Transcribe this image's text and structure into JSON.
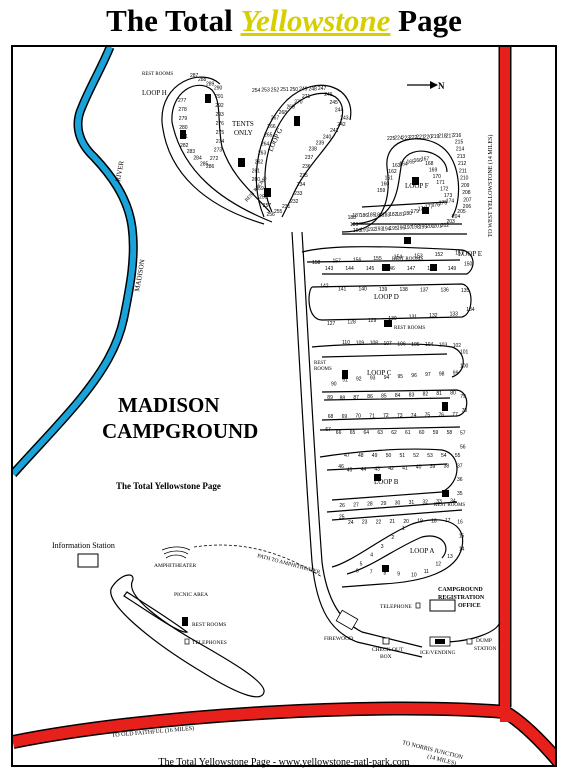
{
  "header": {
    "title_prefix": "The Total ",
    "title_highlight": "Yellowstone",
    "title_suffix": " Page"
  },
  "map": {
    "colors": {
      "river": "#1aa3d9",
      "road": "#e8201c",
      "ink": "#000000",
      "highlight": "#d6cf00"
    },
    "campground_line1": "MADISON",
    "campground_line2": "CAMPGROUND",
    "watermark": "The Total Yellowstone Page",
    "north_label": "N",
    "river_label_1": "RIVER",
    "river_label_2": "MADISON",
    "loops": {
      "h": "LOOP H",
      "g": "LOOP G",
      "f": "LOOP F",
      "e": "LOOP E",
      "d": "LOOP D",
      "c": "LOOP C",
      "b": "LOOP B",
      "a": "LOOP A"
    },
    "tents_only_1": "TENTS",
    "tents_only_2": "ONLY",
    "restrooms": "REST ROOMS",
    "restrooms_short": "REST",
    "restrooms_short2": "ROOMS",
    "info_station": "Information Station",
    "amphitheater": "AMPHITHEATER",
    "path_to_amph": "PATH TO AMPHITHEATER",
    "picnic_area": "PICNIC AREA",
    "picnic_restrooms": "REST ROOMS",
    "telephones": "TELEPHONES",
    "telephone": "TELEPHONE",
    "firewood": "FIREWOOD",
    "checkout_1": "CHECK OUT",
    "checkout_2": "BOX",
    "ice_vending": "ICE/VENDING",
    "dump_station_1": "DUMP",
    "dump_station_2": "STATION",
    "registration_1": "CAMPGROUND",
    "registration_2": "REGISTRATION",
    "registration_3": "OFFICE",
    "to_west_yellowstone": "TO WEST YELLOWSTONE (14 MILES)",
    "to_old_faithful": "TO OLD FAITHFUL (16 MILES)",
    "to_norris_1": "TO NORRIS JUNCTION",
    "to_norris_2": "(14 MILES)",
    "sites": {
      "h": [
        "287",
        "288",
        "289",
        "290",
        "291",
        "292",
        "293",
        "276",
        "275",
        "274",
        "273",
        "272",
        "286",
        "285",
        "284",
        "283",
        "282",
        "281",
        "280",
        "279",
        "278",
        "277"
      ],
      "g": [
        "254",
        "253",
        "252",
        "251",
        "250",
        "249",
        "248",
        "247",
        "246",
        "245",
        "244",
        "243",
        "242",
        "241",
        "240",
        "239",
        "238",
        "237",
        "236",
        "235",
        "234",
        "233",
        "232",
        "231",
        "255",
        "256",
        "257",
        "258",
        "259",
        "260",
        "261",
        "262",
        "263",
        "264",
        "265",
        "266",
        "267",
        "268",
        "269",
        "270",
        "271"
      ],
      "f": [
        "225",
        "224",
        "223",
        "222",
        "221",
        "220",
        "219",
        "218",
        "217",
        "216",
        "215",
        "214",
        "213",
        "212",
        "211",
        "210",
        "209",
        "208",
        "207",
        "206",
        "205",
        "204",
        "203",
        "202",
        "201",
        "200",
        "199",
        "198",
        "197",
        "196",
        "195",
        "194",
        "193",
        "192",
        "191",
        "190",
        "189",
        "188",
        "187",
        "186",
        "185",
        "184",
        "183",
        "182",
        "181",
        "180",
        "179",
        "178",
        "177",
        "176",
        "175",
        "174",
        "173",
        "172",
        "171",
        "170",
        "169",
        "168",
        "167",
        "166",
        "165",
        "164",
        "163",
        "162",
        "161",
        "160",
        "159"
      ],
      "e": [
        "158",
        "157",
        "156",
        "155",
        "154",
        "153",
        "152",
        "151",
        "150",
        "149",
        "148",
        "147",
        "146",
        "145",
        "144",
        "143",
        "142",
        "141",
        "140",
        "139",
        "138",
        "137",
        "136",
        "135",
        "134",
        "133",
        "132",
        "131",
        "130",
        "129",
        "128",
        "127"
      ],
      "c": [
        "110",
        "109",
        "108",
        "107",
        "106",
        "105",
        "104",
        "103",
        "102",
        "101",
        "100",
        "99",
        "98",
        "97",
        "96",
        "95",
        "94",
        "93",
        "92",
        "91",
        "90",
        "89",
        "88",
        "87",
        "86",
        "85",
        "84",
        "83",
        "82",
        "81",
        "80",
        "79",
        "78",
        "77",
        "76",
        "75",
        "74",
        "73",
        "72",
        "71",
        "70",
        "69",
        "68",
        "67",
        "66",
        "65",
        "64",
        "63",
        "62",
        "61",
        "60",
        "59",
        "58",
        "57",
        "56",
        "55",
        "54",
        "53",
        "52",
        "51",
        "50",
        "49",
        "48",
        "47",
        "46",
        "45",
        "44",
        "43",
        "42",
        "41",
        "40",
        "39",
        "38",
        "37",
        "36",
        "35",
        "34",
        "33",
        "32",
        "31",
        "30",
        "29",
        "28",
        "27",
        "26",
        "25",
        "24",
        "23",
        "22",
        "21",
        "20",
        "19",
        "18",
        "17",
        "16",
        "15",
        "14",
        "13",
        "12",
        "11",
        "10",
        "9",
        "8",
        "7",
        "6",
        "5",
        "4",
        "3",
        "2",
        "1"
      ]
    }
  },
  "footer": {
    "text": "The Total Yellowstone Page - www.yellowstone-natl-park.com"
  }
}
